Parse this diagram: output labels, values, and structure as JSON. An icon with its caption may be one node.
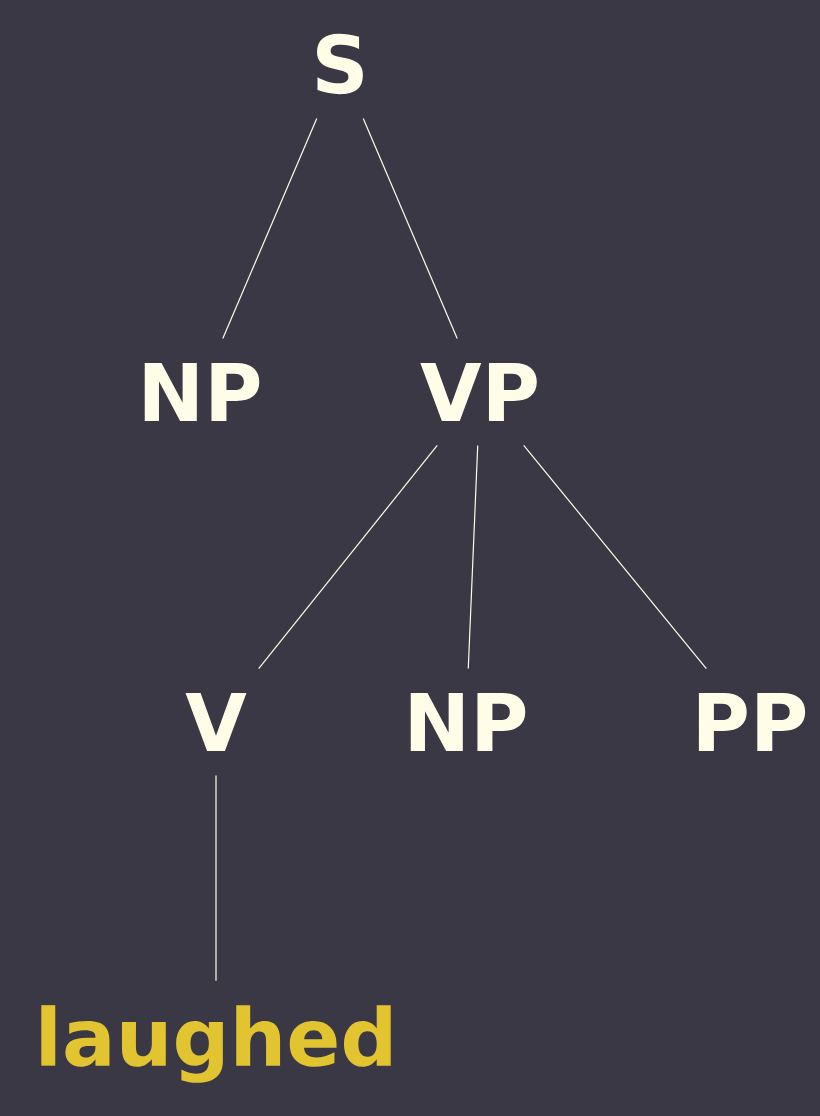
{
  "diagram": {
    "nodes": [
      {
        "text": [
          "S"
        ]
      },
      {
        "text": [
          "NP"
        ]
      },
      {
        "text": [
          "VP"
        ]
      },
      {
        "text": [
          "V"
        ]
      },
      {
        "text": [
          "NP"
        ]
      },
      {
        "text": [
          "PP"
        ]
      },
      {
        "text": [
          "laughed"
        ]
      }
    ],
    "edges": [
      {
        "from": 0,
        "to": 1,
        "arrow": "none"
      },
      {
        "from": 0,
        "to": 2,
        "arrow": "none"
      },
      {
        "from": 2,
        "to": 3,
        "arrow": "none"
      },
      {
        "from": 2,
        "to": 4,
        "arrow": "none"
      },
      {
        "from": 2,
        "to": 5,
        "arrow": "none"
      },
      {
        "from": 3,
        "to": 6,
        "arrow": "none"
      }
    ]
  }
}
